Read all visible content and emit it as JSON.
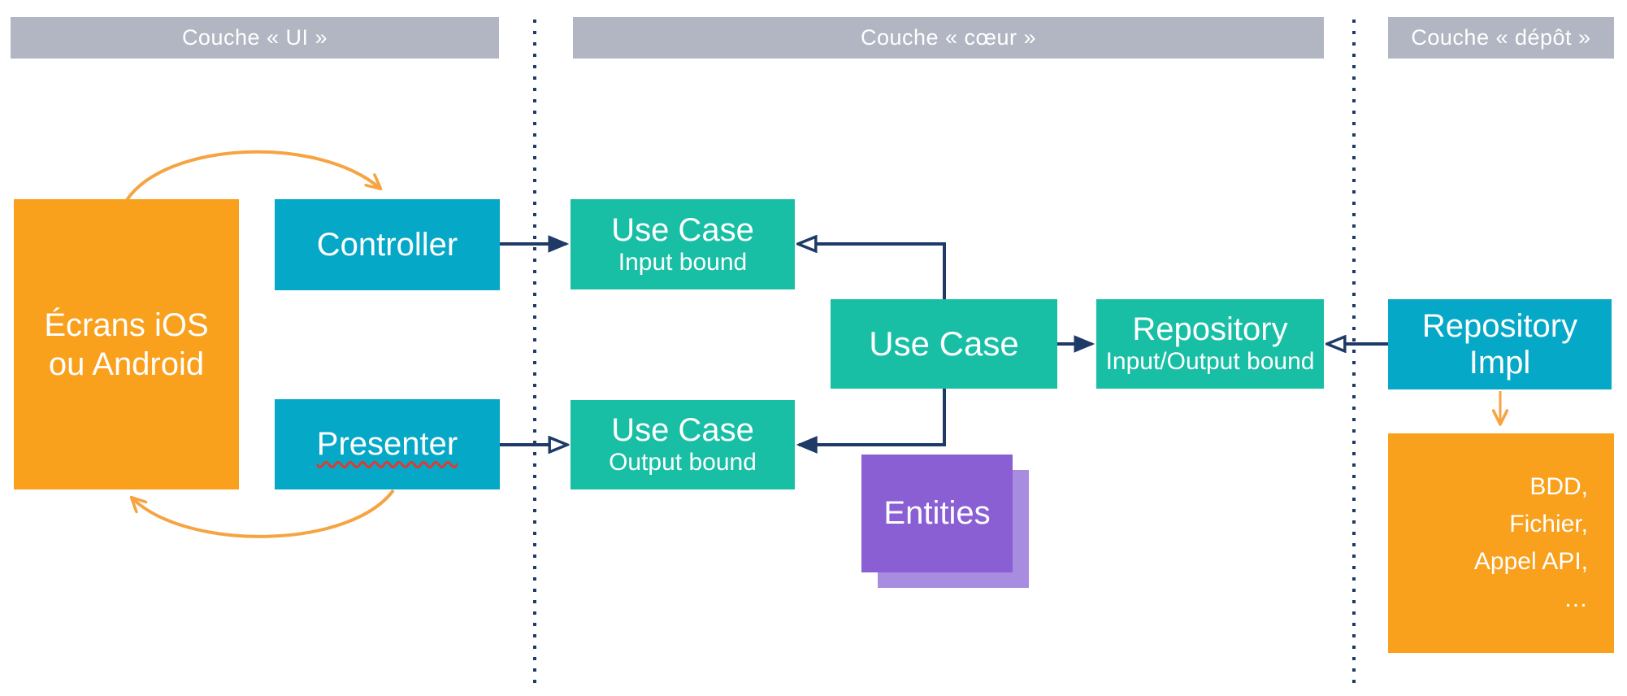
{
  "layers": [
    {
      "id": "ui",
      "label": "Couche « UI »"
    },
    {
      "id": "coeur",
      "label": "Couche « cœur »"
    },
    {
      "id": "depot",
      "label": "Couche « dépôt »"
    }
  ],
  "boxes": {
    "screens": {
      "lines": [
        "Écrans iOS",
        "ou Android"
      ]
    },
    "controller": {
      "title": "Controller"
    },
    "presenter": {
      "title": "Presenter"
    },
    "use_case_input": {
      "title": "Use Case",
      "subtitle": "Input bound"
    },
    "use_case_output": {
      "title": "Use Case",
      "subtitle": "Output bound"
    },
    "use_case": {
      "title": "Use Case"
    },
    "repository": {
      "title": "Repository",
      "subtitle": "Input/Output bound"
    },
    "repository_impl": {
      "lines": [
        "Repository",
        "Impl"
      ]
    },
    "entities": {
      "title": "Entities"
    },
    "data_sources": {
      "lines": [
        "BDD,",
        "Fichier,",
        "Appel API,",
        "…"
      ]
    }
  },
  "connections": [
    {
      "from": "controller",
      "to": "use-case-input-bound",
      "arrow": "filled"
    },
    {
      "from": "use-case",
      "to": "use-case-input-bound",
      "arrow": "open"
    },
    {
      "from": "presenter",
      "to": "use-case-output-bound",
      "arrow": "open"
    },
    {
      "from": "use-case",
      "to": "use-case-output-bound",
      "arrow": "filled"
    },
    {
      "from": "use-case",
      "to": "repository",
      "arrow": "filled"
    },
    {
      "from": "repository-impl",
      "to": "repository",
      "arrow": "open"
    },
    {
      "from": "repository-impl",
      "to": "data-sources",
      "arrow": "orange"
    },
    {
      "from": "screens",
      "to": "controller",
      "arrow": "orange-curved"
    },
    {
      "from": "presenter",
      "to": "screens",
      "arrow": "orange-curved"
    }
  ],
  "colors": {
    "layer_bar_gray": "#B2B6C3",
    "cyan": "#06A8C7",
    "teal": "#18BFA5",
    "orange": "#F9A01D",
    "purple": "#8A5FD4",
    "purple_light": "#A78CE0",
    "navy_line": "#1E3A66",
    "orange_arrow": "#F6A442",
    "squiggle_red": "#E03A2F",
    "text_white": "#FFFFFF"
  }
}
